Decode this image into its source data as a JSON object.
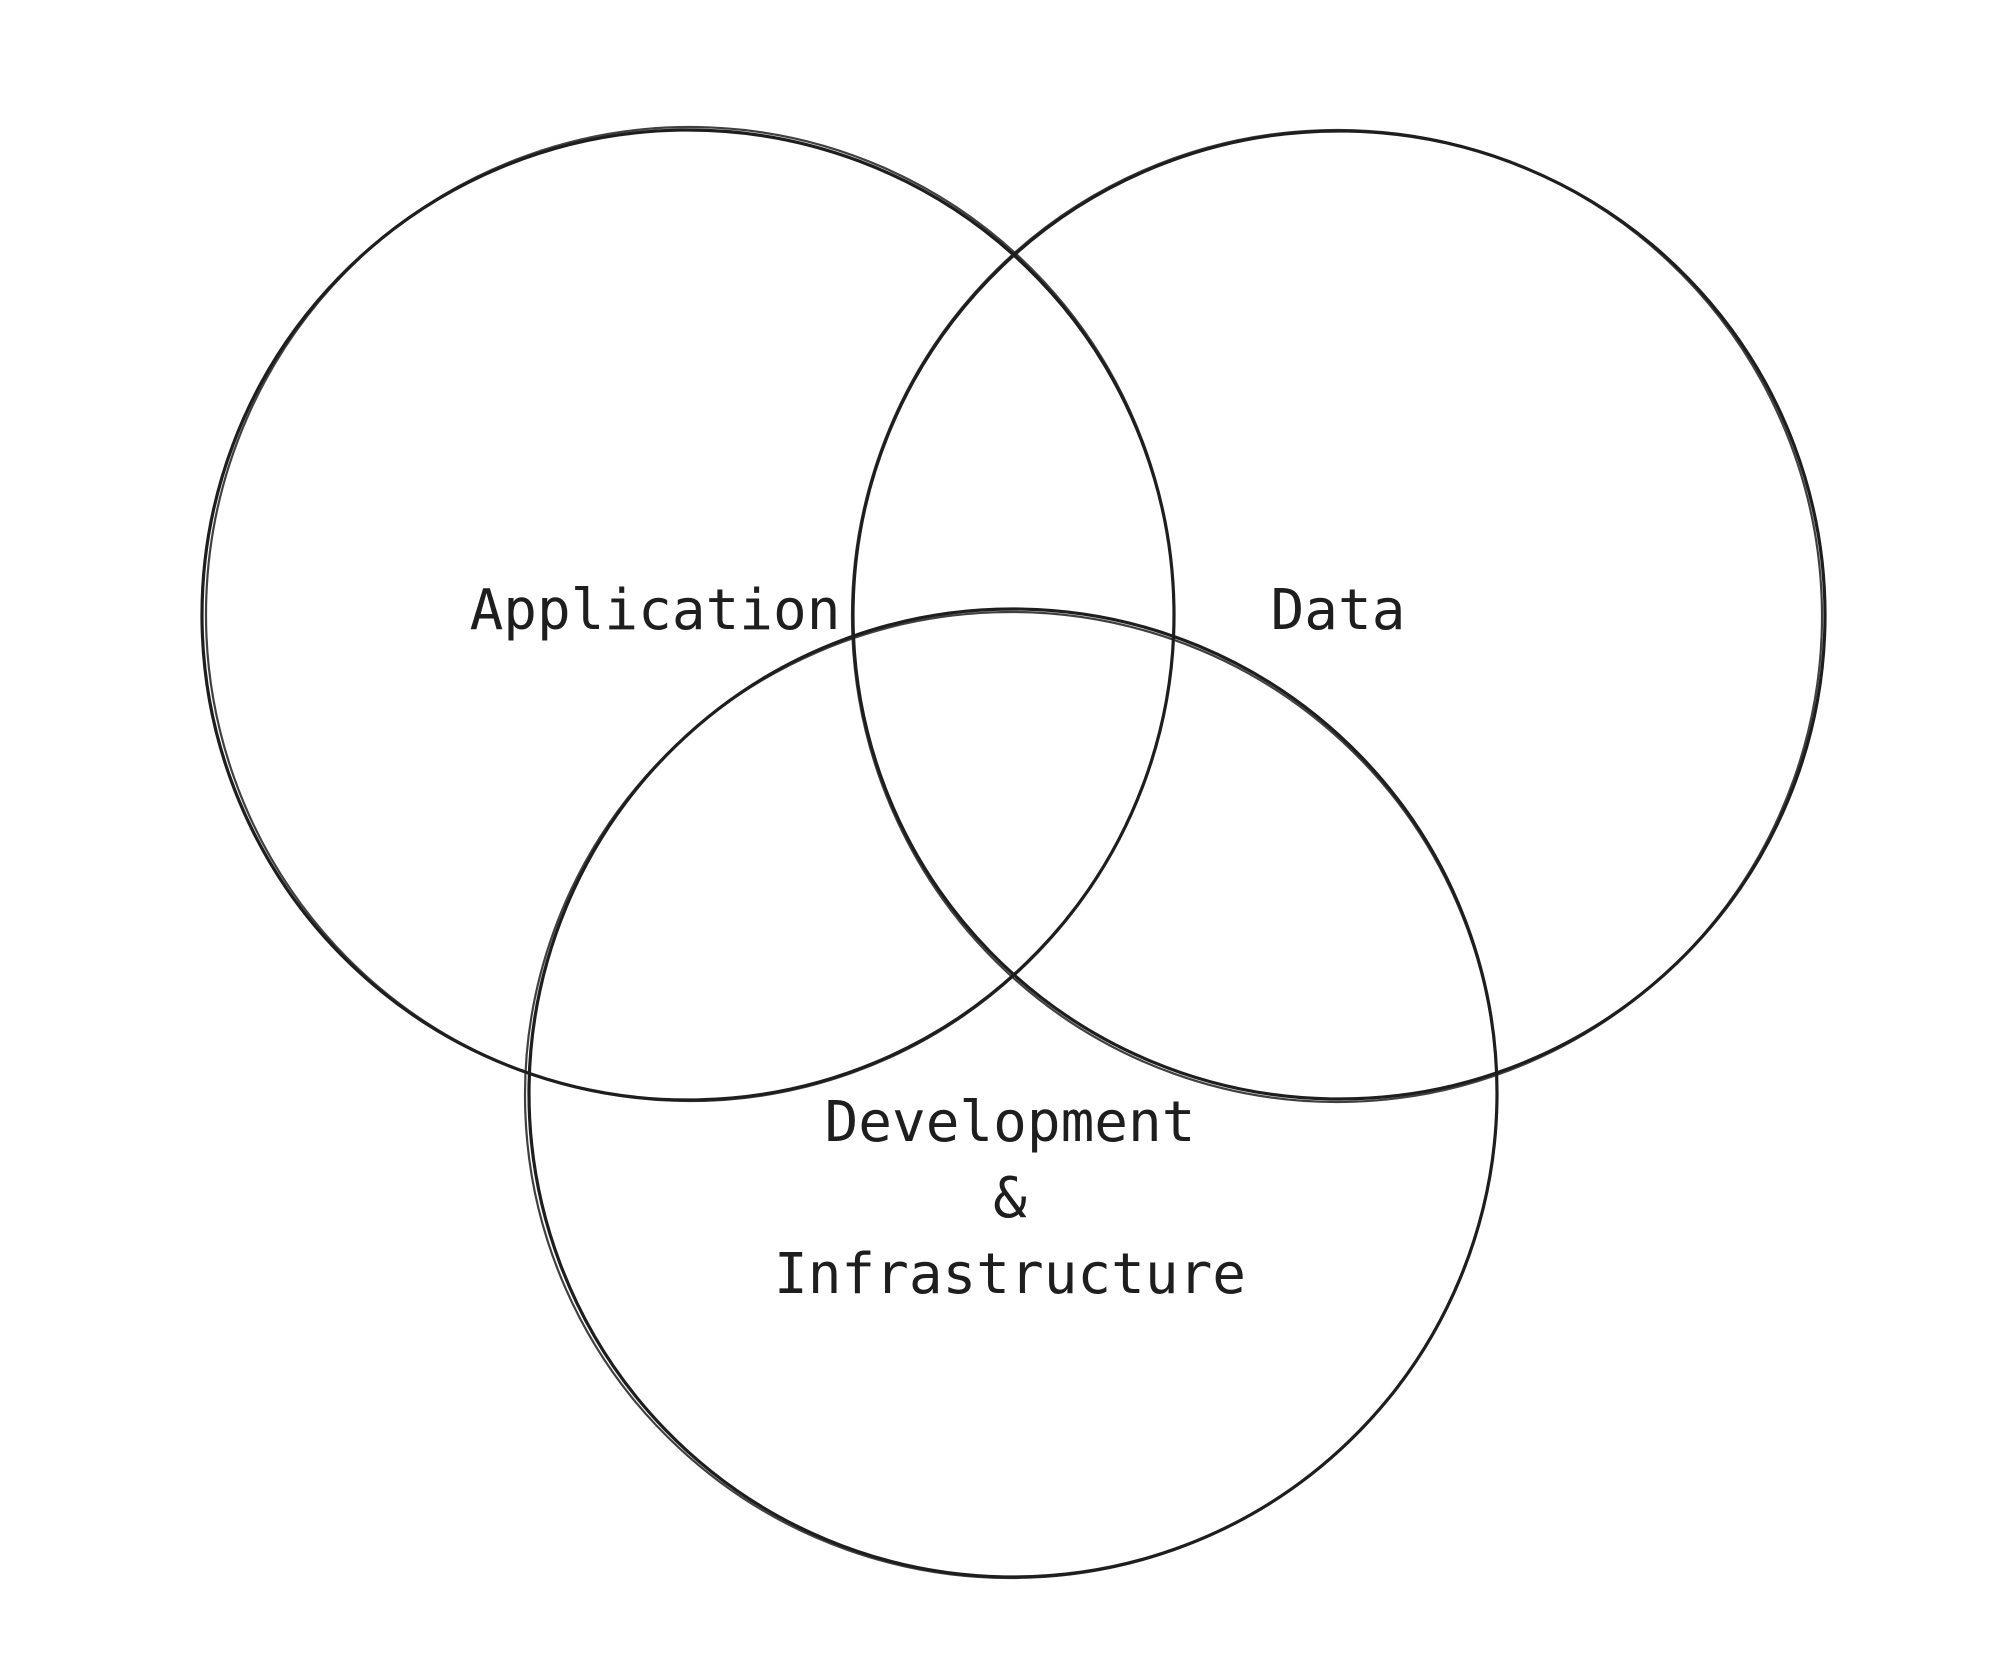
{
  "diagram": {
    "type": "venn",
    "stroke_color": "#1e1e1e",
    "background": "#ffffff",
    "sets": [
      {
        "id": "application",
        "label_lines": [
          "Application"
        ]
      },
      {
        "id": "data",
        "label_lines": [
          "Data"
        ]
      },
      {
        "id": "development-infrastructure",
        "label_lines": [
          "Development",
          "&",
          "Infrastructure"
        ]
      }
    ]
  }
}
